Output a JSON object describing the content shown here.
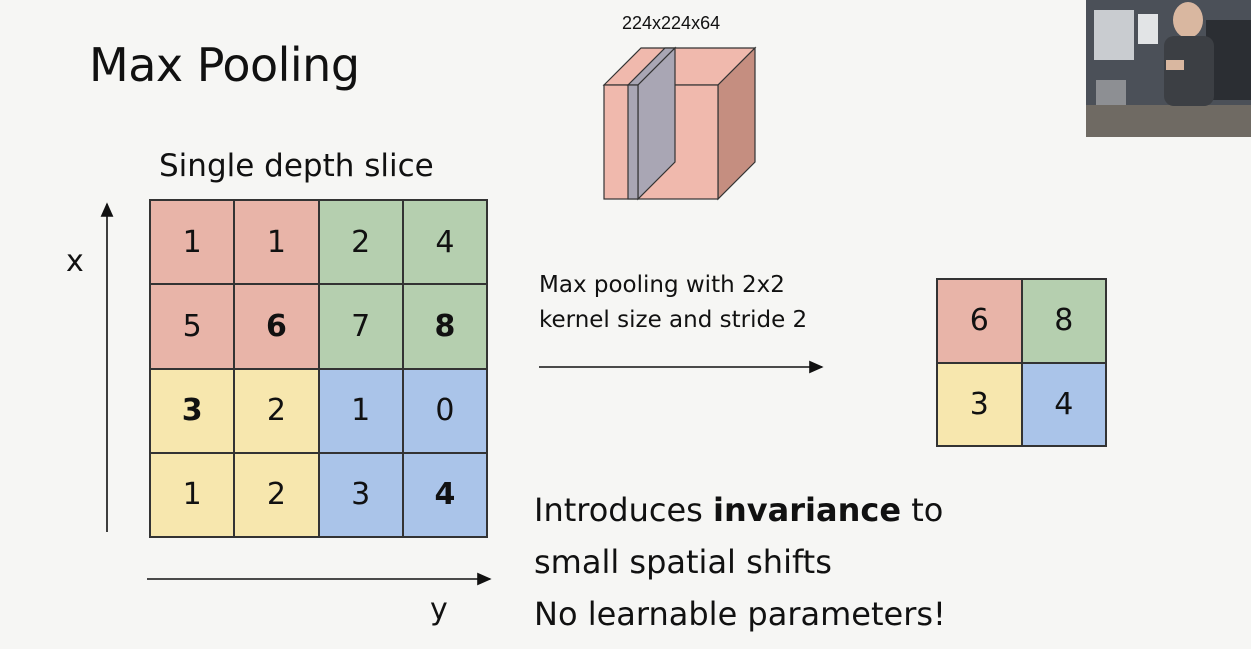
{
  "slide": {
    "title": "Max Pooling",
    "subtitle": "Single depth slice",
    "x_label": "x",
    "y_label": "y",
    "operation_line1": "Max pooling with 2x2",
    "operation_line2": "kernel size and stride 2",
    "volume_label": "224x224x64",
    "note_line1_pre": "Introduces ",
    "note_line1_bold": "invariance",
    "note_line1_post": " to",
    "note_line2": "small spatial shifts",
    "note_line3": "No learnable parameters!"
  },
  "colors": {
    "red": "#e8b4a8",
    "green": "#b5cfaf",
    "yellow": "#f7e7ae",
    "blue": "#aac4e9",
    "cube_front": "#f0b9ad",
    "cube_side": "#c58e80",
    "cube_slice": "#a9a6b4"
  },
  "input_grid": [
    [
      {
        "v": "1",
        "c": "red"
      },
      {
        "v": "1",
        "c": "red"
      },
      {
        "v": "2",
        "c": "green"
      },
      {
        "v": "4",
        "c": "green"
      }
    ],
    [
      {
        "v": "5",
        "c": "red"
      },
      {
        "v": "6",
        "c": "red",
        "b": true
      },
      {
        "v": "7",
        "c": "green"
      },
      {
        "v": "8",
        "c": "green",
        "b": true
      }
    ],
    [
      {
        "v": "3",
        "c": "yellow",
        "b": true
      },
      {
        "v": "2",
        "c": "yellow"
      },
      {
        "v": "1",
        "c": "blue"
      },
      {
        "v": "0",
        "c": "blue"
      }
    ],
    [
      {
        "v": "1",
        "c": "yellow"
      },
      {
        "v": "2",
        "c": "yellow"
      },
      {
        "v": "3",
        "c": "blue"
      },
      {
        "v": "4",
        "c": "blue",
        "b": true
      }
    ]
  ],
  "output_grid": [
    [
      {
        "v": "6",
        "c": "red"
      },
      {
        "v": "8",
        "c": "green"
      }
    ],
    [
      {
        "v": "3",
        "c": "yellow"
      },
      {
        "v": "4",
        "c": "blue"
      }
    ]
  ]
}
